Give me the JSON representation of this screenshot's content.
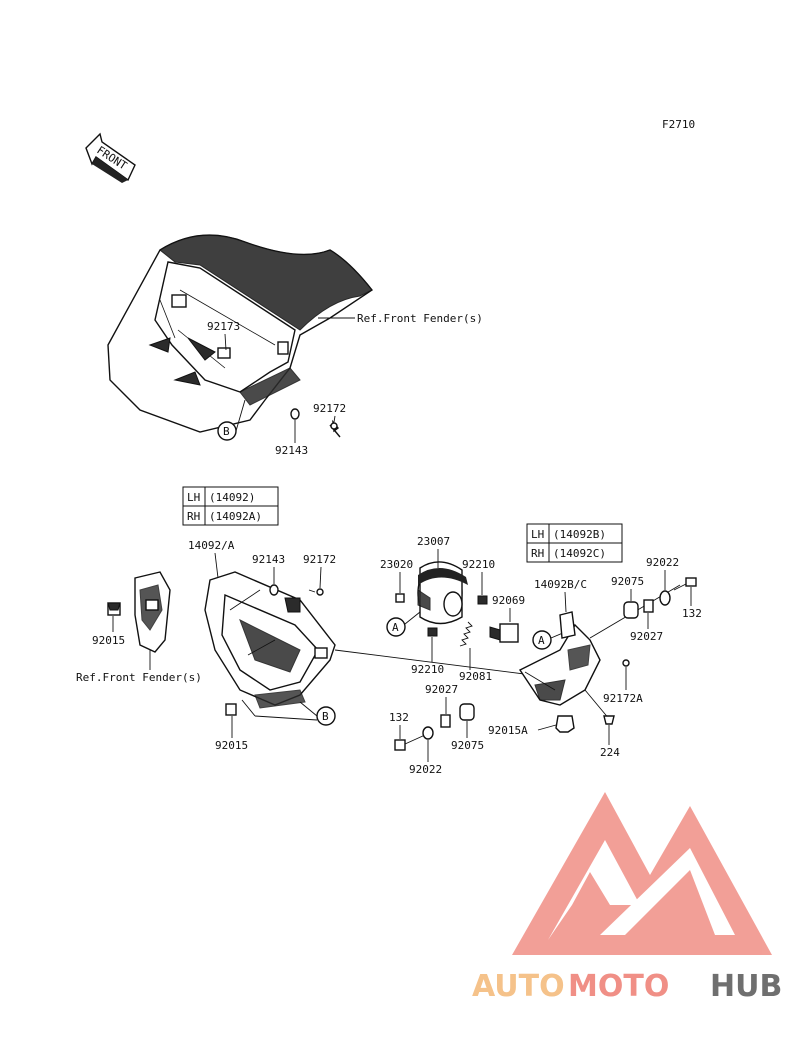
{
  "figure_code": "F2710",
  "front_label": "FRONT",
  "ref_front_fender_top": "Ref.Front Fender(s)",
  "ref_front_fender_left": "Ref.Front Fender(s)",
  "callout_a": "A",
  "callout_b": "B",
  "table_left": {
    "lh_side": "LH",
    "lh_part": "(14092)",
    "rh_side": "RH",
    "rh_part": "(14092A)"
  },
  "table_right": {
    "lh_side": "LH",
    "lh_part": "(14092B)",
    "rh_side": "RH",
    "rh_part": "(14092C)"
  },
  "parts": {
    "p92173": "92173",
    "p92172_top": "92172",
    "p92143_top": "92143",
    "p14092_a": "14092/A",
    "p92143_mid": "92143",
    "p92172_mid": "92172",
    "p92015_left": "92015",
    "p92015_low": "92015",
    "p23007": "23007",
    "p23020": "23020",
    "p92210_top": "92210",
    "p92069": "92069",
    "p92210_low": "92210",
    "p92081": "92081",
    "p14092b_c": "14092B/C",
    "p92075_top": "92075",
    "p92022_top": "92022",
    "p132_right": "132",
    "p92027_top": "92027",
    "p92172a": "92172A",
    "p92027_low": "92027",
    "p132_left": "132",
    "p92075_low": "92075",
    "p92015a": "92015A",
    "p224": "224",
    "p92022_low": "92022"
  },
  "watermark": {
    "part1": "AUTO",
    "part2": "MOTO",
    "part3": "HUB",
    "color1": "#f5c28a",
    "color2": "#f08f86",
    "color3": "#6f6f6f",
    "logo_color": "#f08f86"
  }
}
